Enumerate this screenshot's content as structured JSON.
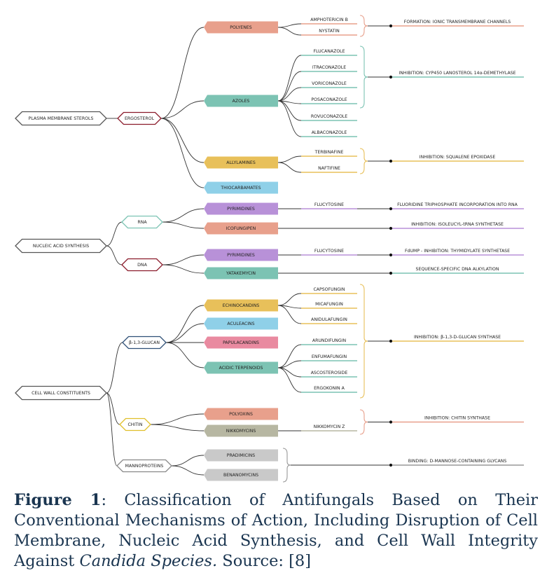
{
  "diagram": {
    "roots": {
      "plasma": "PLASMA MEMBRANE STEROLS",
      "nucleic": "NUCLEIC ACID SYNTHESIS",
      "cellwall": "CELL WALL CONSTITUENTS"
    },
    "targets": {
      "ergosterol": "ERGOSTEROL",
      "rna": "RNA",
      "dna": "DNA",
      "glucan": "β-1,3-GLUCAN",
      "chitin": "CHITIN",
      "mannoproteins": "MANNOPROTEINS"
    },
    "classes": {
      "polyenes": "POLYENES",
      "azoles": "AZOLES",
      "allylamines": "ALLYLAMINES",
      "thiocarbamates": "THIOCARBAMATES",
      "pyrimidines_rna": "PYRIMIDINES",
      "icofungipen": "ICOFUNGIPEN",
      "pyrimidines_dna": "PYRIMIDINES",
      "yatakemycin": "YATAKEMYCIN",
      "echinocandins": "ECHINOCANDINS",
      "aculeacins": "ACULEACINS",
      "papulacandins": "PAPULACANDINS",
      "acidic_terpenoids": "ACIDIC TERPENOIDS",
      "polyoxins": "POLYOXINS",
      "nikkomycins": "NIKKOMYCINS",
      "pradimicins": "PRADIMICINS",
      "benanomycins": "BENANOMYCINS"
    },
    "drugs": {
      "amphotericin": "AMPHOTERICIN B",
      "nystatin": "NYSTATIN",
      "fluconazole": "FLUCANAZOLE",
      "itraconazole": "ITRACONAZOLE",
      "voriconazole": "VORICONAZOLE",
      "posaconazole": "POSACONAZOLE",
      "ravuconazole": "ROVUCONAZOLE",
      "albaconazole": "ALBACONAZOLE",
      "terbinafine": "TERBINAFINE",
      "naftifine": "NAFTIFINE",
      "flucytosine_rna": "FLUCYTOSINE",
      "flucytosine_dna": "FLUCYTOSINE",
      "caspofungin": "CAPSOFUNGIN",
      "micafungin": "MICAFUNGIN",
      "anidulafungin": "ANIDULAFUNGIN",
      "arundifungin": "ARUNDIFUNGIN",
      "enfumafungin": "ENFUMAFUNGIN",
      "ascosteroside": "ASCOSTEROSIDE",
      "ergokonin": "ERGOKONIN A",
      "nikkomycin_z": "NIKKOMYCIN Z"
    },
    "mechanisms": {
      "polyenes": "FORMATION: IONIC TRANSMEMBRANE CHANNELS",
      "azoles": "INHIBITION: CYP450 LANOSTEROL 14α-DEMETHYLASE",
      "allylamines": "INHIBITION: SQUALENE EPOXIDASE",
      "flucytosine_rna": "FLUORIDINE TRIPHOSPHATE INCORPORATION INTO RNA",
      "icofungipen": "INHIBITION: ISOLEUCYL-tRNA SYNTHETASE",
      "flucytosine_dna": "FdUMP - INHIBITION: THYMIDYLATE SYNTHETASE",
      "yatakemycin": "SEQUENCE-SPECIFIC DNA ALKYLATION",
      "glucan": "INHIBITION: β-1,3-D-GLUCAN SYNTHASE",
      "chitin": "INHIBITION: CHITIN SYNTHASE",
      "mannoproteins": "BINDING: D-MANNOSE-CONTAINING GLYCANS"
    }
  },
  "caption": {
    "label": "Figure 1",
    "text": ": Classification of Antifungals Based on Their Conventional Mechanisms of Action, Including Disruption of Cell Membrane, Nucleic Acid Synthesis, and Cell Wall Integrity Against ",
    "italic": "Candida Species.",
    "source": " Source: [8]"
  },
  "colors": {
    "salmon": "#e8a08c",
    "teal": "#7cc3b3",
    "gold": "#e8c05a",
    "sky": "#8fd0e8",
    "violet": "#b891d8",
    "pink": "#e98aa0",
    "gray": "#c9c9c9",
    "olive": "#b7b7a2",
    "darkred": "#8a1a2a",
    "navy": "#2e4f76",
    "mustard": "#e0bf2a"
  }
}
